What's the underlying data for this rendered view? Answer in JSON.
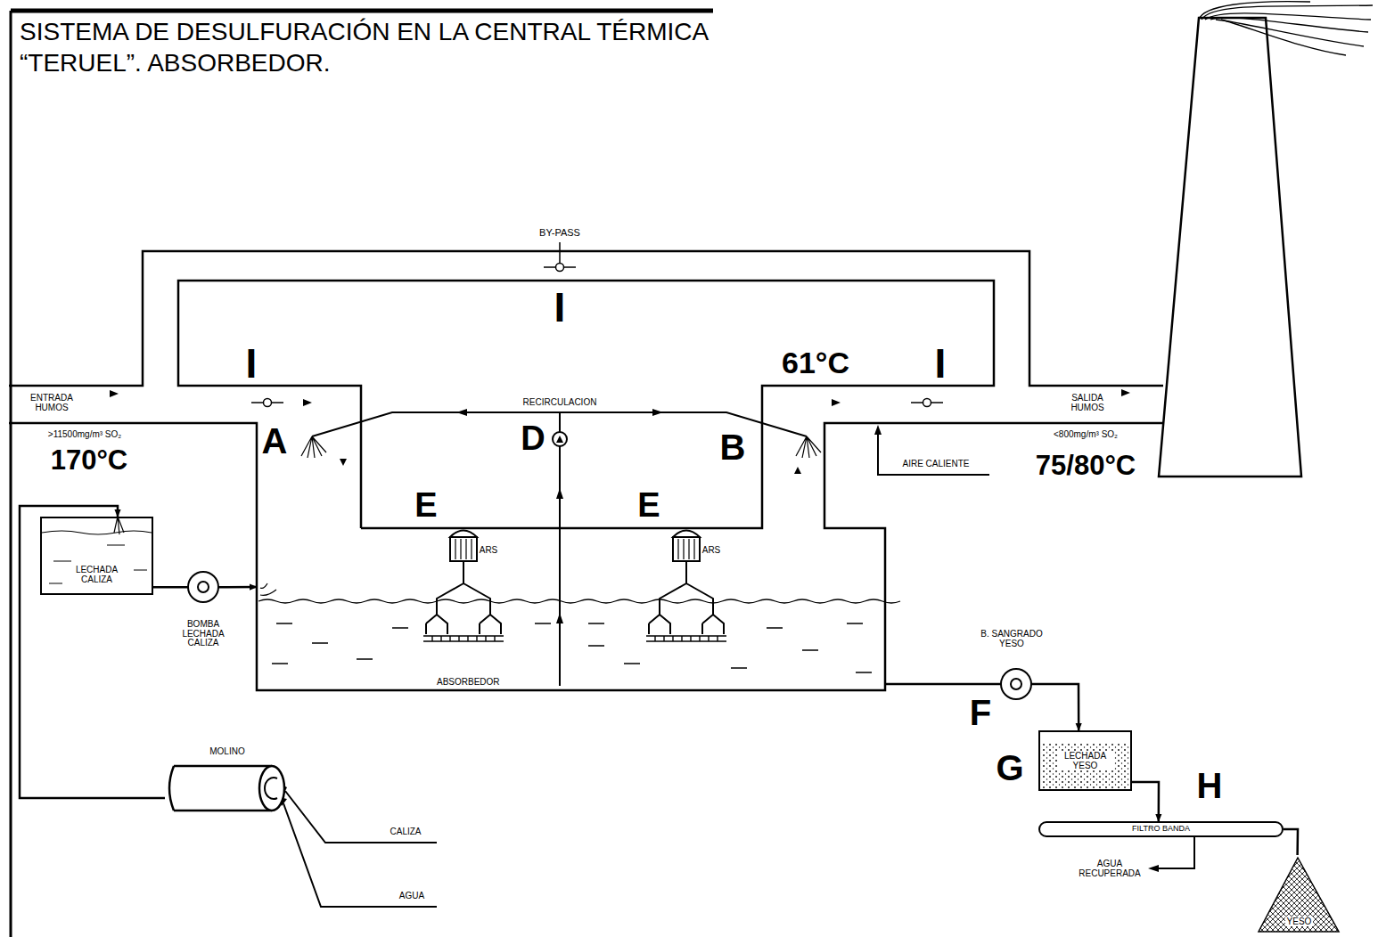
{
  "diagram": {
    "title": "SISTEMA DE DESULFURACIÓN EN LA CENTRAL TÉRMICA “TERUEL”. ABSORBEDOR.",
    "nodes": [
      {
        "text": [
          "LECHADA CALIZA"
        ]
      },
      {
        "text": [
          "ABSORBEDOR"
        ]
      },
      {
        "text": [
          "LECHADA YESO"
        ]
      },
      {
        "text": [
          "FILTRO BANDA"
        ]
      },
      {
        "text": [
          "MOLINO"
        ]
      },
      {
        "text": [
          "YESO"
        ]
      }
    ],
    "edges": [
      {
        "from": 4,
        "to": 0,
        "arrow": "to"
      },
      {
        "from": 0,
        "to": 1,
        "arrow": "to"
      },
      {
        "from": 1,
        "to": 2,
        "arrow": "to"
      },
      {
        "from": 2,
        "to": 3,
        "arrow": "to"
      },
      {
        "from": 3,
        "to": 5,
        "arrow": "none"
      }
    ],
    "labels": [
      "BY-PASS",
      "I",
      "ENTRADA HUMOS",
      ">11500mg/m³ SO₂",
      "170°C",
      "I",
      "A",
      "RECIRCULACION",
      "D",
      "E",
      "ARS",
      "E",
      "ARS",
      "61°C",
      "I",
      "B",
      "SALIDA HUMOS",
      "<800mg/m³ SO₂",
      "AIRE CALIENTE",
      "75/80°C",
      "BOMBA LECHADA CALIZA",
      "B. SANGRADO YESO",
      "F",
      "G",
      "H",
      "AGUA RECUPERADA",
      "CALIZA",
      "AGUA"
    ]
  }
}
